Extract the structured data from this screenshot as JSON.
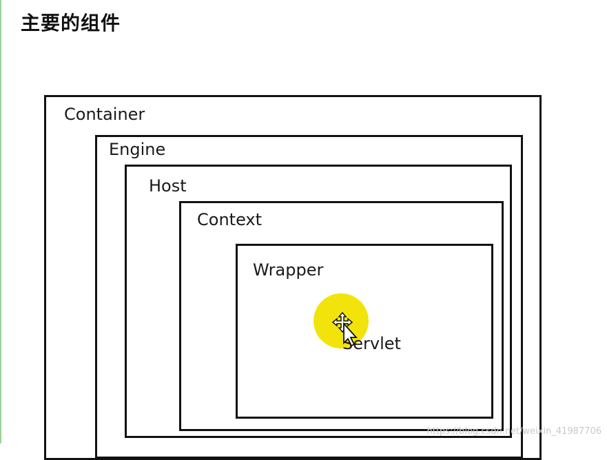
{
  "title": "主要的组件",
  "boxes": {
    "container": "Container",
    "engine": "Engine",
    "host": "Host",
    "context": "Context",
    "wrapper": "Wrapper",
    "servlet": "Servlet"
  },
  "colors": {
    "border": "#111111",
    "highlight": "#f2e40a",
    "side_rule": "#9bd39b"
  },
  "icons": {
    "cursor": "move-arrow-cursor-icon"
  },
  "watermark": "https://blog.csdn.net/weixin_41987706"
}
